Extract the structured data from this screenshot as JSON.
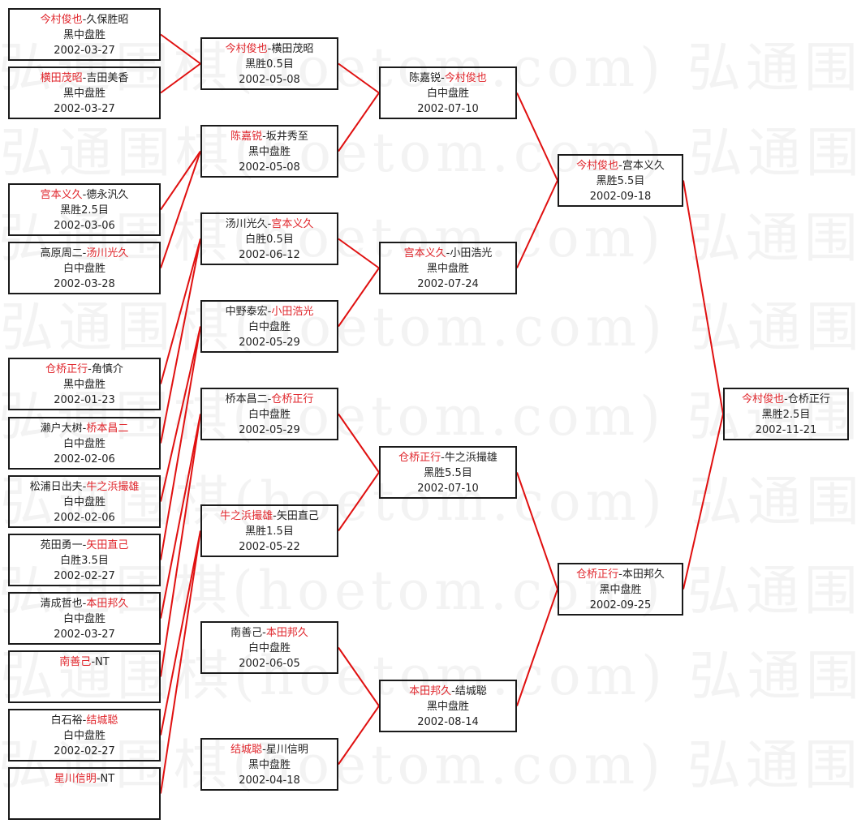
{
  "watermark": {
    "text": "弘通围棋(hoetom.com)"
  },
  "colors": {
    "winner": "#e0262c",
    "text": "#222222",
    "connector": "#e01010",
    "border": "#1a1a1a"
  },
  "bracket": {
    "rounds": [
      {
        "name": "round-1",
        "matches": [
          {
            "p1": "今村俊也",
            "p2": "久保胜昭",
            "winner": 1,
            "result": "黑中盘胜",
            "date": "2002-03-27"
          },
          {
            "p1": "横田茂昭",
            "p2": "吉田美香",
            "winner": 1,
            "result": "黑中盘胜",
            "date": "2002-03-27"
          },
          {
            "p1": "宫本义久",
            "p2": "德永汎久",
            "winner": 1,
            "result": "黑胜2.5目",
            "date": "2002-03-06"
          },
          {
            "p1": "高原周二",
            "p2": "汤川光久",
            "winner": 2,
            "result": "白中盘胜",
            "date": "2002-03-28"
          },
          {
            "p1": "仓桥正行",
            "p2": "角慎介",
            "winner": 1,
            "result": "黑中盘胜",
            "date": "2002-01-23"
          },
          {
            "p1": "濑户大树",
            "p2": "桥本昌二",
            "winner": 2,
            "result": "白中盘胜",
            "date": "2002-02-06"
          },
          {
            "p1": "松浦日出夫",
            "p2": "牛之浜撮雄",
            "winner": 2,
            "result": "白中盘胜",
            "date": "2002-02-06"
          },
          {
            "p1": "苑田勇一",
            "p2": "矢田直己",
            "winner": 2,
            "result": "白胜3.5目",
            "date": "2002-02-27"
          },
          {
            "p1": "清成哲也",
            "p2": "本田邦久",
            "winner": 2,
            "result": "白中盘胜",
            "date": "2002-03-27"
          },
          {
            "p1": "南善己",
            "p2": "NT",
            "winner": 1,
            "result": "",
            "date": ""
          },
          {
            "p1": "白石裕",
            "p2": "结城聪",
            "winner": 2,
            "result": "白中盘胜",
            "date": "2002-02-27"
          },
          {
            "p1": "星川信明",
            "p2": "NT",
            "winner": 1,
            "result": "",
            "date": ""
          }
        ]
      },
      {
        "name": "round-2",
        "matches": [
          {
            "p1": "今村俊也",
            "p2": "横田茂昭",
            "winner": 1,
            "result": "黑胜0.5目",
            "date": "2002-05-08"
          },
          {
            "p1": "陈嘉锐",
            "p2": "坂井秀至",
            "winner": 1,
            "result": "黑中盘胜",
            "date": "2002-05-08"
          },
          {
            "p1": "汤川光久",
            "p2": "宫本义久",
            "winner": 2,
            "result": "白胜0.5目",
            "date": "2002-06-12"
          },
          {
            "p1": "中野泰宏",
            "p2": "小田浩光",
            "winner": 2,
            "result": "白中盘胜",
            "date": "2002-05-29"
          },
          {
            "p1": "桥本昌二",
            "p2": "仓桥正行",
            "winner": 2,
            "result": "白中盘胜",
            "date": "2002-05-29"
          },
          {
            "p1": "牛之浜撮雄",
            "p2": "矢田直己",
            "winner": 1,
            "result": "黑胜1.5目",
            "date": "2002-05-22"
          },
          {
            "p1": "南善己",
            "p2": "本田邦久",
            "winner": 2,
            "result": "白中盘胜",
            "date": "2002-06-05"
          },
          {
            "p1": "结城聪",
            "p2": "星川信明",
            "winner": 1,
            "result": "黑中盘胜",
            "date": "2002-04-18"
          }
        ]
      },
      {
        "name": "round-3",
        "matches": [
          {
            "p1": "陈嘉锐",
            "p2": "今村俊也",
            "winner": 2,
            "result": "白中盘胜",
            "date": "2002-07-10"
          },
          {
            "p1": "宫本义久",
            "p2": "小田浩光",
            "winner": 1,
            "result": "黑中盘胜",
            "date": "2002-07-24"
          },
          {
            "p1": "仓桥正行",
            "p2": "牛之浜撮雄",
            "winner": 1,
            "result": "黑胜5.5目",
            "date": "2002-07-10"
          },
          {
            "p1": "本田邦久",
            "p2": "结城聪",
            "winner": 1,
            "result": "黑中盘胜",
            "date": "2002-08-14"
          }
        ]
      },
      {
        "name": "semifinal",
        "matches": [
          {
            "p1": "今村俊也",
            "p2": "宫本义久",
            "winner": 1,
            "result": "黑胜5.5目",
            "date": "2002-09-18"
          },
          {
            "p1": "仓桥正行",
            "p2": "本田邦久",
            "winner": 1,
            "result": "黑中盘胜",
            "date": "2002-09-25"
          }
        ]
      },
      {
        "name": "final",
        "matches": [
          {
            "p1": "今村俊也",
            "p2": "仓桥正行",
            "winner": 1,
            "result": "黑胜2.5目",
            "date": "2002-11-21"
          }
        ]
      }
    ]
  }
}
